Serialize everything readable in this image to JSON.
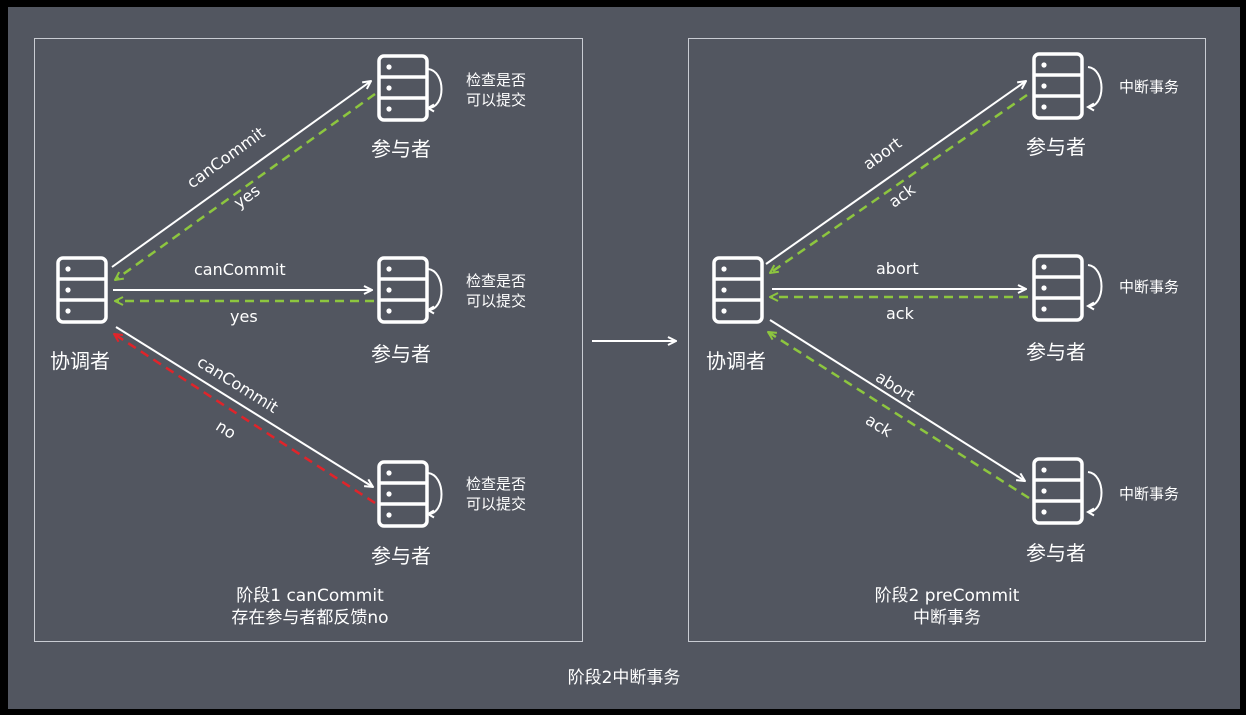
{
  "diagram_title": "阶段2中断事务",
  "colors": {
    "background": "#525660",
    "line": "#ffffff",
    "ack_line": "#8dc63f",
    "reject_line": "#e0242a"
  },
  "phase1": {
    "coordinator": "协调者",
    "participant": "参与者",
    "check_note_line1": "检查是否",
    "check_note_line2": "可以提交",
    "request": "canCommit",
    "reply_yes": "yes",
    "reply_no": "no",
    "caption_line1": "阶段1 canCommit",
    "caption_line2": "存在参与者都反馈no"
  },
  "phase2": {
    "coordinator": "协调者",
    "participant": "参与者",
    "abort_note": "中断事务",
    "request": "abort",
    "reply": "ack",
    "caption_line1": "阶段2 preCommit",
    "caption_line2": "中断事务"
  },
  "icons": [
    "server-icon",
    "loop-arrow-icon",
    "arrow-right-icon"
  ]
}
